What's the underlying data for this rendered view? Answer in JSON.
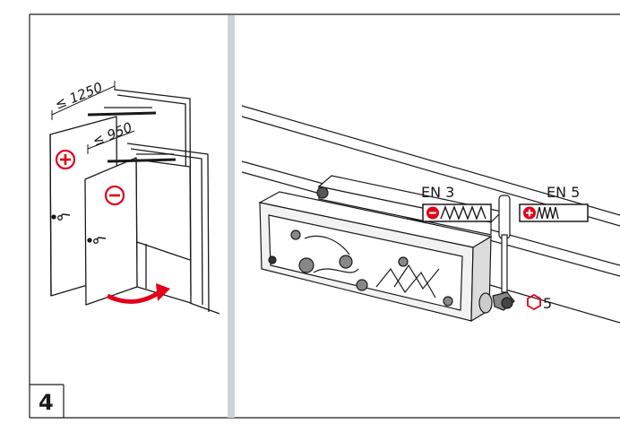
{
  "figure_number": "4",
  "left_panel": {
    "dimension_large": "≤ 1250",
    "dimension_small": "≤ 950",
    "plus_symbol": "plus-circle-icon",
    "minus_symbol": "minus-circle-icon"
  },
  "right_panel": {
    "en_low": "EN 3",
    "en_high": "EN 5",
    "hex_key_size": "5",
    "hex_icon": "hexagon-icon"
  },
  "colors": {
    "accent_red": "#e2001a",
    "line": "#1a1a1a",
    "divider_gray": "#cfd3d6"
  }
}
